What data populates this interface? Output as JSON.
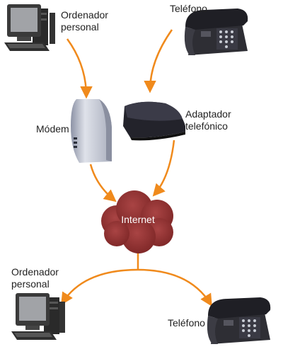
{
  "labels": {
    "pc_top": "Ordenador\npersonal",
    "phone_top": "Teléfono",
    "modem": "Módem",
    "adapter": "Adaptador\ntelefónico",
    "internet": "Internet",
    "pc_bottom": "Ordenador\npersonal",
    "phone_bottom": "Teléfono"
  },
  "colors": {
    "arrow": "#f08a1c",
    "cloud": "#8c2e2e",
    "cloud_text": "#ffffff",
    "monitor": "#3a3a3a",
    "phone": "#2e2e34",
    "modem": "#c8ccd8",
    "adapter": "#23232b"
  },
  "icons": [
    "computer-icon",
    "telephone-icon",
    "modem-icon",
    "phone-adapter-icon",
    "internet-cloud-icon"
  ]
}
